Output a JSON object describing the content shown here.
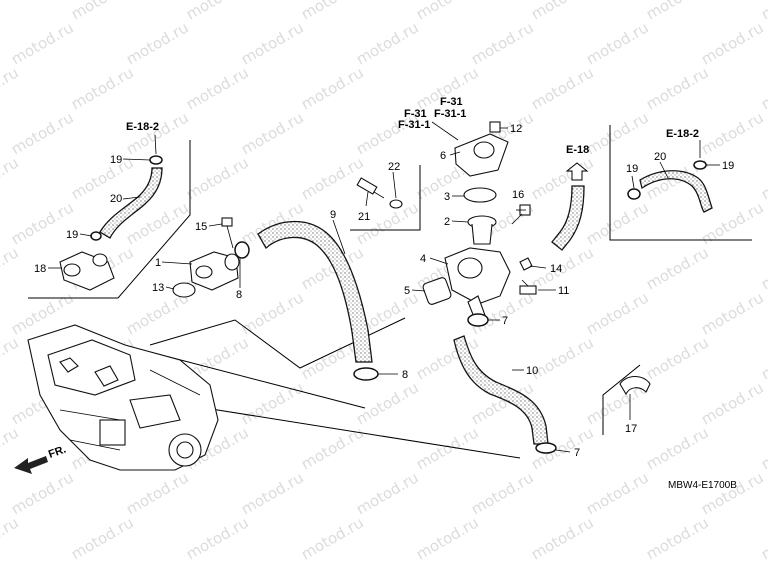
{
  "watermark": "motod.ru",
  "diagram_code": "MBW4-E1700B",
  "front_label": "FR.",
  "refs": {
    "e18": "E-18",
    "e18_2_left": "E-18-2",
    "e18_2_right": "E-18-2",
    "f31_a": "F-31",
    "f31_b": "F-31",
    "f31_1_a": "F-31-1",
    "f31_1_b": "F-31-1"
  },
  "callouts": {
    "n1": "1",
    "n2": "2",
    "n3": "3",
    "n4": "4",
    "n5": "5",
    "n6": "6",
    "n7a": "7",
    "n7b": "7",
    "n8a": "8",
    "n8b": "8",
    "n9": "9",
    "n10": "10",
    "n11": "11",
    "n12": "12",
    "n13": "13",
    "n14": "14",
    "n15": "15",
    "n16": "16",
    "n17": "17",
    "n18": "18",
    "n19a": "19",
    "n19b": "19",
    "n19c": "19",
    "n20a": "20",
    "n20b": "20",
    "n21": "21",
    "n22": "22"
  }
}
